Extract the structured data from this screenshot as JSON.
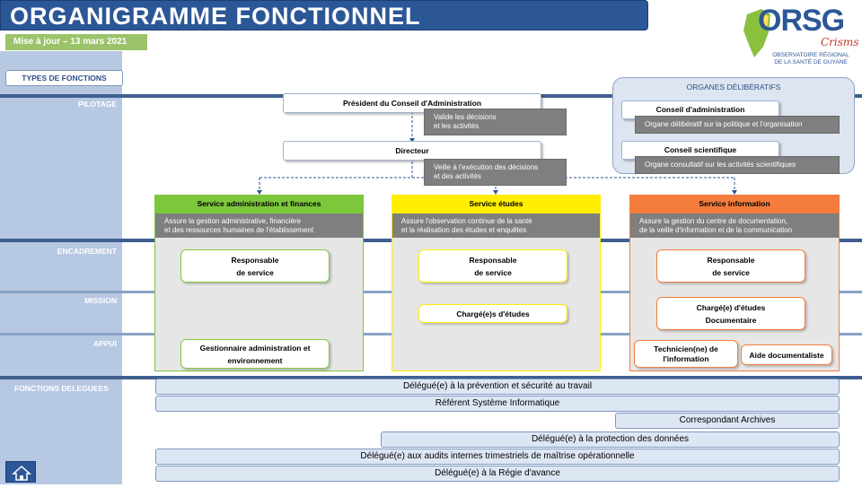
{
  "header": {
    "title": "ORGANIGRAMME  FONCTIONNEL",
    "update": "Mise à jour – 13 mars 2021"
  },
  "logo": {
    "letters_1": "OR",
    "letters_2": "SG",
    "script": "Crisms",
    "line1": "OBSERVATOIRE RÉGIONAL",
    "line2": "DE LA SANTÉ DE GUYANE",
    "colors": {
      "blue": "#2c5797",
      "orange": "#e8892f",
      "green": "#8bbf3e",
      "red": "#c0392b"
    }
  },
  "rows": {
    "types": "TYPES  DE FONCTIONS",
    "pilotage": "PILOTAGE",
    "encadrement": "ENCADREMENT",
    "mission": "MISSION",
    "appui": "APPUI",
    "delegues": "FONCTIONS DELEGUEES"
  },
  "pilotage": {
    "president": "Président du Conseil d'Administration",
    "president_desc_1": "Valide les décisions",
    "president_desc_2": "et les activités",
    "directeur": "Directeur",
    "directeur_desc_1": "Veille à l'exécution des décisions",
    "directeur_desc_2": "et des activités"
  },
  "organes": {
    "title": "ORGANES  DÉLIBÉRATIFS",
    "ca": "Conseil d'administration",
    "ca_desc": "Organe délibératif sur la politique et l'organisation",
    "cs": "Conseil scientifique",
    "cs_desc": "Organe consultatif sur les activités scientifiques"
  },
  "services": [
    {
      "name": "Service administration et finances",
      "desc_1": "Assure la gestion administrative, financière",
      "desc_2": "et des ressources humaines de l'établissement",
      "color": "#7dc73c",
      "resp_1": "Responsable",
      "resp_2": "de service",
      "appui_1": "Gestionnaire administration et",
      "appui_2": "environnement"
    },
    {
      "name": "Service études",
      "desc_1": "Assure l'observation continue de la santé",
      "desc_2": "et la réalisation des études et enquêtes",
      "color": "#ffee00",
      "resp_1": "Responsable",
      "resp_2": "de service",
      "mission": "Chargé(e)s d'études"
    },
    {
      "name": "Service information",
      "desc_1": "Assure la gestion du centre de documentation,",
      "desc_2": "de la veille d'information et de la communication",
      "color": "#f47c3c",
      "resp_1": "Responsable",
      "resp_2": "de service",
      "mission_1": "Chargé(e) d'études",
      "mission_2": "Documentaire",
      "appui_a_1": "Technicien(ne) de",
      "appui_a_2": "l'information",
      "appui_b": "Aide documentaliste"
    }
  ],
  "delegues": [
    "Délégué(e) à la prévention et sécurité au travail",
    "Référent Système Informatique",
    "Correspondant Archives",
    "Délégué(e) à la protection des données",
    "Délégué(e) aux audits internes trimestriels  de maîtrise opérationnelle",
    "Délégué(e) à la  Régie d'avance"
  ],
  "nav": {
    "home_icon": "home-icon"
  }
}
